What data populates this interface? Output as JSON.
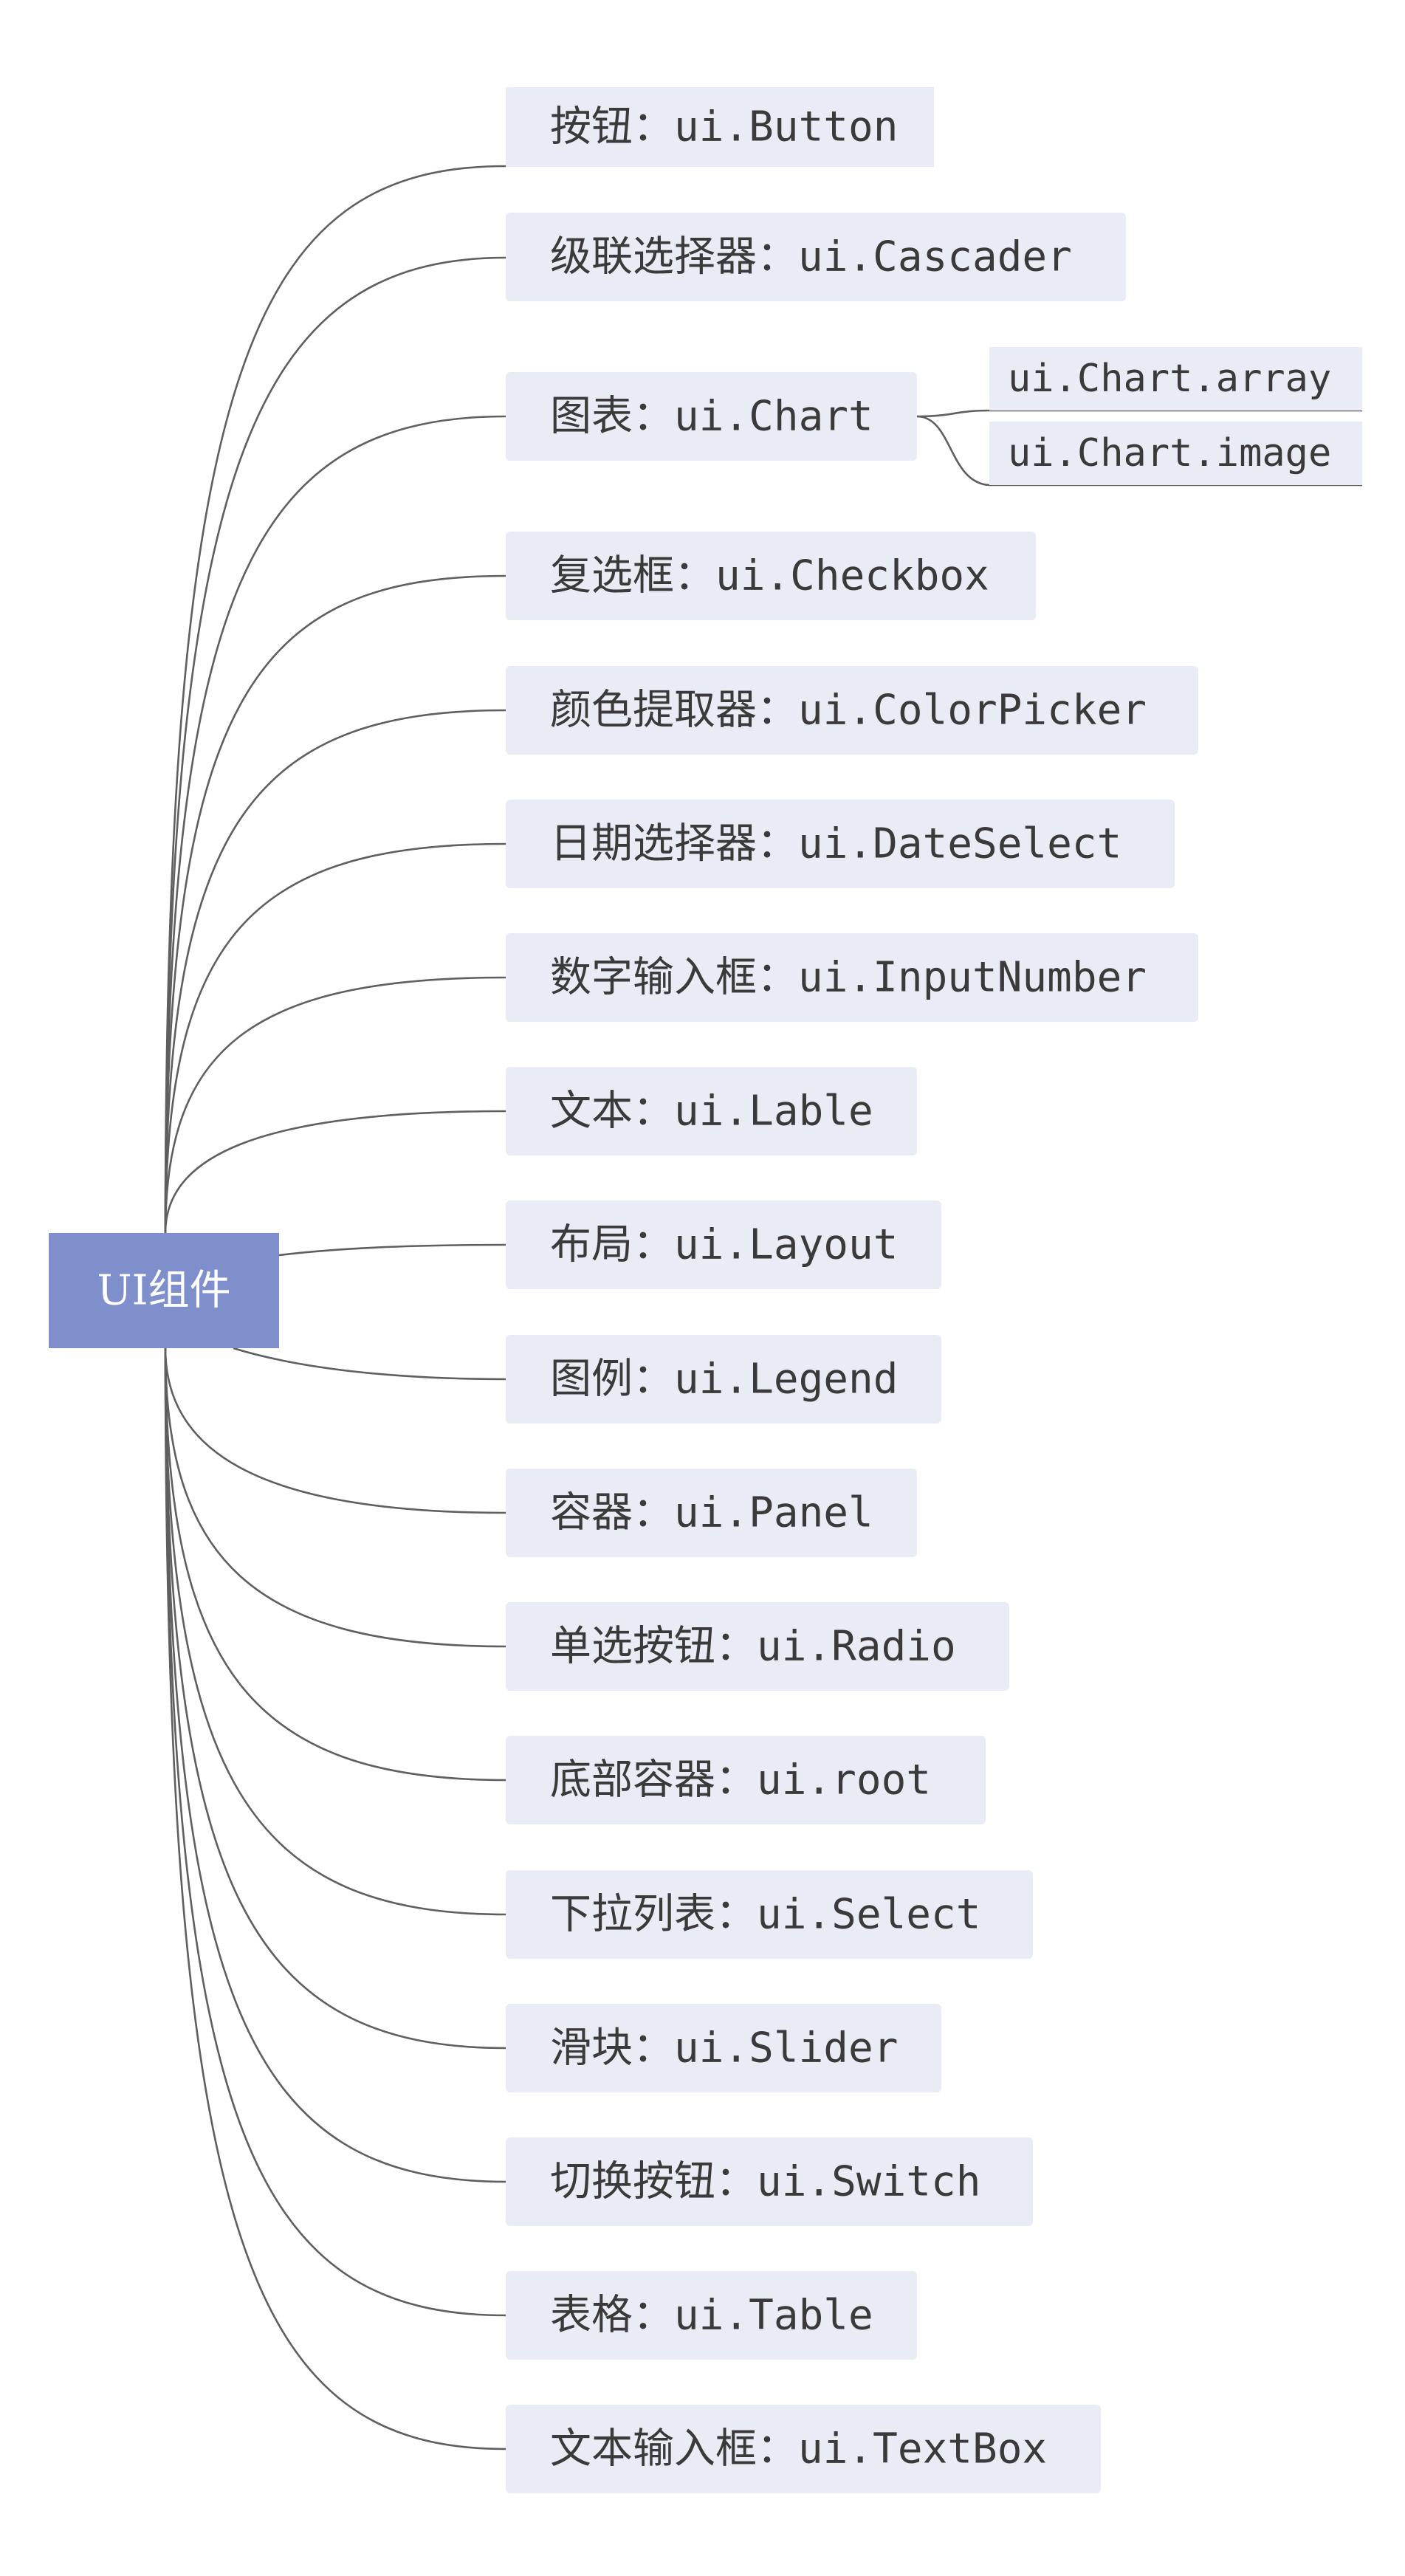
{
  "root": {
    "label": "UI组件"
  },
  "branches": [
    {
      "label": "按钮：ui.Button"
    },
    {
      "label": "级联选择器：ui.Cascader"
    },
    {
      "label": "图表：ui.Chart",
      "children": [
        {
          "label": "ui.Chart.array"
        },
        {
          "label": "ui.Chart.image"
        }
      ]
    },
    {
      "label": "复选框：ui.Checkbox"
    },
    {
      "label": "颜色提取器：ui.ColorPicker"
    },
    {
      "label": "日期选择器：ui.DateSelect"
    },
    {
      "label": "数字输入框：ui.InputNumber"
    },
    {
      "label": "文本：ui.Lable"
    },
    {
      "label": "布局：ui.Layout"
    },
    {
      "label": "图例：ui.Legend"
    },
    {
      "label": "容器：ui.Panel"
    },
    {
      "label": "单选按钮：ui.Radio"
    },
    {
      "label": "底部容器：ui.root"
    },
    {
      "label": "下拉列表：ui.Select"
    },
    {
      "label": "滑块：ui.Slider"
    },
    {
      "label": "切换按钮：ui.Switch"
    },
    {
      "label": "表格：ui.Table"
    },
    {
      "label": "文本输入框：ui.TextBox"
    }
  ],
  "colors": {
    "root_fill": "#7e8fcc",
    "node_fill": "#e9ebf5",
    "edge": "#5f5f5f",
    "text": "#3a3a3a",
    "root_text": "#ffffff"
  }
}
